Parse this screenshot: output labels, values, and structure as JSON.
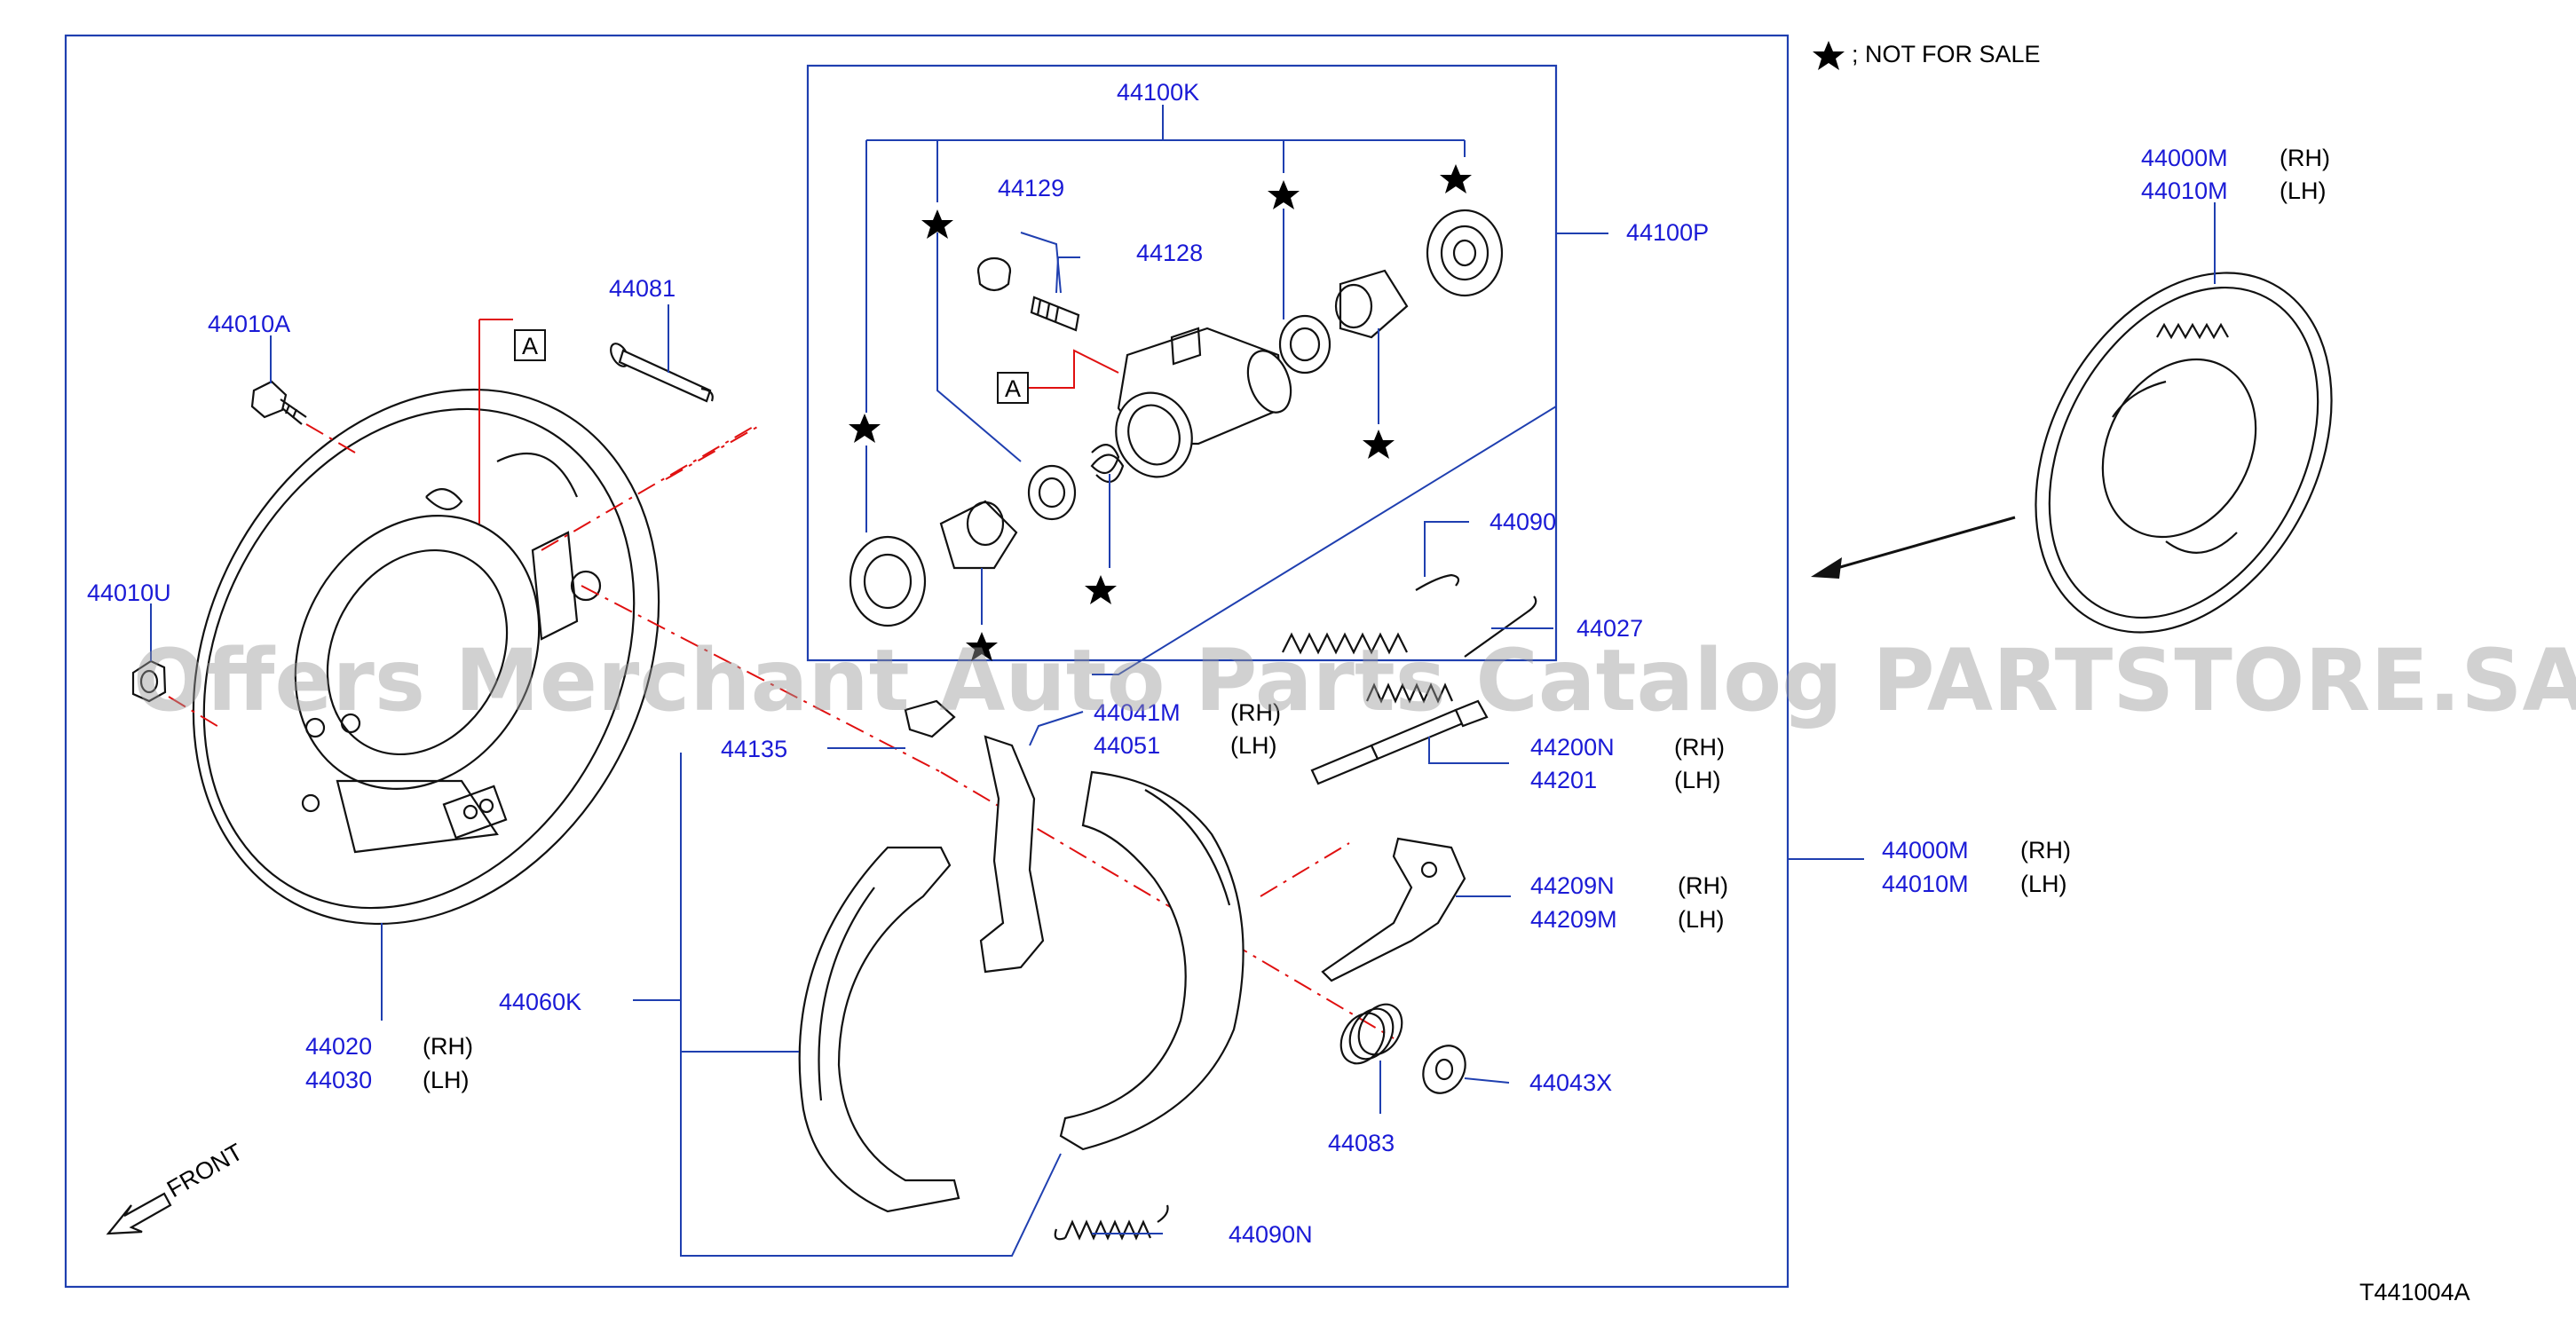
{
  "legend": {
    "text": "; NOT  FOR  SALE"
  },
  "diagram_code": "T441004A",
  "watermark": "Offers Merchant Auto Parts Catalog PARTSTORE.SA",
  "front_label": "FRONT",
  "callout_letter": "A",
  "parts": {
    "p44100K": "44100K",
    "p44129": "44129",
    "p44128": "44128",
    "p44100P": "44100P",
    "p44081": "44081",
    "p44010A": "44010A",
    "p44010U": "44010U",
    "p44020": "44020",
    "p44030": "44030",
    "p44060K": "44060K",
    "p44135": "44135",
    "p44041M": "44041M",
    "p44051": "44051",
    "p44090": "44090",
    "p44027": "44027",
    "p44200N": "44200N",
    "p44201": "44201",
    "p44209N": "44209N",
    "p44209M": "44209M",
    "p44083": "44083",
    "p44043X": "44043X",
    "p44090N": "44090N",
    "p44000M_a": "44000M",
    "p44010M_a": "44010M",
    "p44000M_b": "44000M",
    "p44010M_b": "44010M"
  },
  "side": {
    "rh": "(RH)",
    "lh": "(LH)"
  }
}
